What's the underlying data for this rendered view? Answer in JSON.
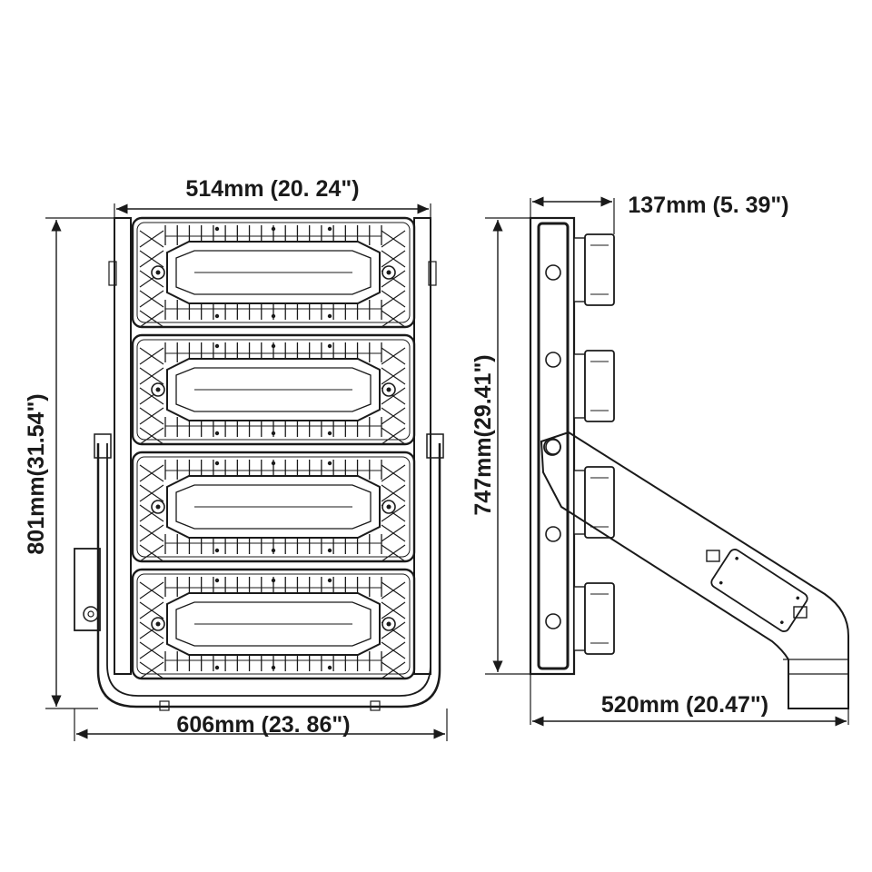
{
  "dimensions": {
    "front_width": "514mm (20. 24\")",
    "front_height": "801mm(31.54\")",
    "bracket_width": "606mm (23. 86\")",
    "side_depth": "137mm (5. 39\")",
    "side_height": "747mm(29.41\")",
    "side_bracket_length": "520mm (20.47\")"
  },
  "front_view": {
    "module_count": 4,
    "grid_lines_per_row": 19
  },
  "side_view": {
    "fin_count": 4,
    "lens_dots": 5
  },
  "colors": {
    "line": "#1a1a1a",
    "background": "#ffffff"
  }
}
